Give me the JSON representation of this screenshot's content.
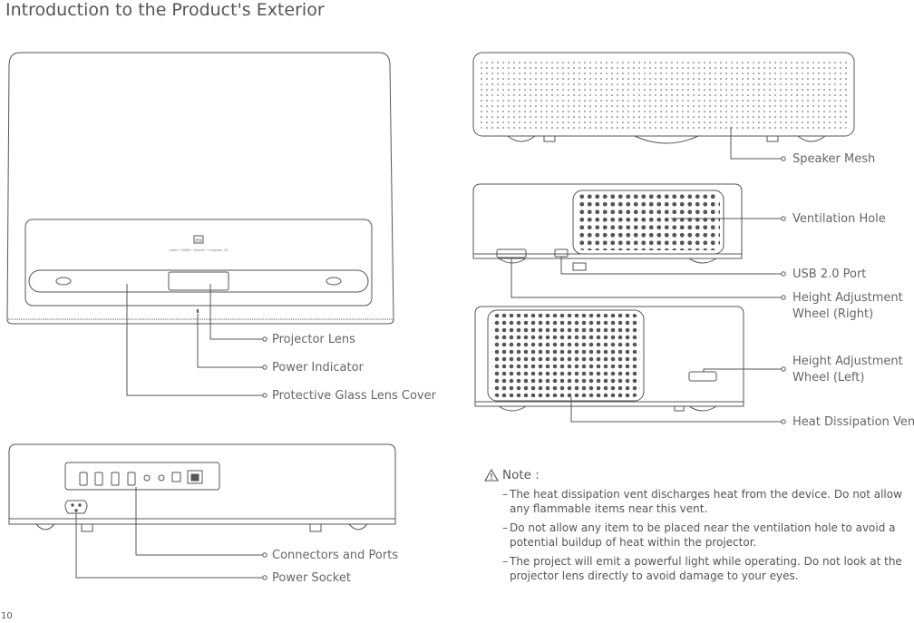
{
  "title": "Introduction to the Product's Exterior",
  "page_number": "10",
  "front_panel_print": "Laser • HDMI • Xiaomi • Projector 2S",
  "labels": {
    "projector_lens": "Projector Lens",
    "power_indicator": "Power Indicator",
    "protective_cover": "Protective Glass Lens Cover",
    "connectors_ports": "Connectors and Ports",
    "power_socket": "Power Socket",
    "speaker_mesh": "Speaker Mesh",
    "ventilation_hole": "Ventilation Hole",
    "usb_port": "USB 2.0 Port",
    "height_right_1": "Height Adjustment",
    "height_right_2": "Wheel (Right)",
    "height_left_1": "Height Adjustment",
    "height_left_2": "Wheel (Left)",
    "heat_vent": "Heat Dissipation Vent"
  },
  "note": {
    "heading": "Note :",
    "items": [
      "The heat dissipation vent discharges heat from the device. Do not allow any flammable items near this vent.",
      "Do not allow any item to be placed near the ventilation hole to avoid a potential buildup of heat within the projector.",
      "The project will emit a powerful light while operating. Do not look at the projector lens directly to avoid damage to your eyes."
    ]
  },
  "colors": {
    "line": "#555555",
    "text": "#666666"
  },
  "icons": [
    "warning-icon",
    "mi-logo"
  ]
}
